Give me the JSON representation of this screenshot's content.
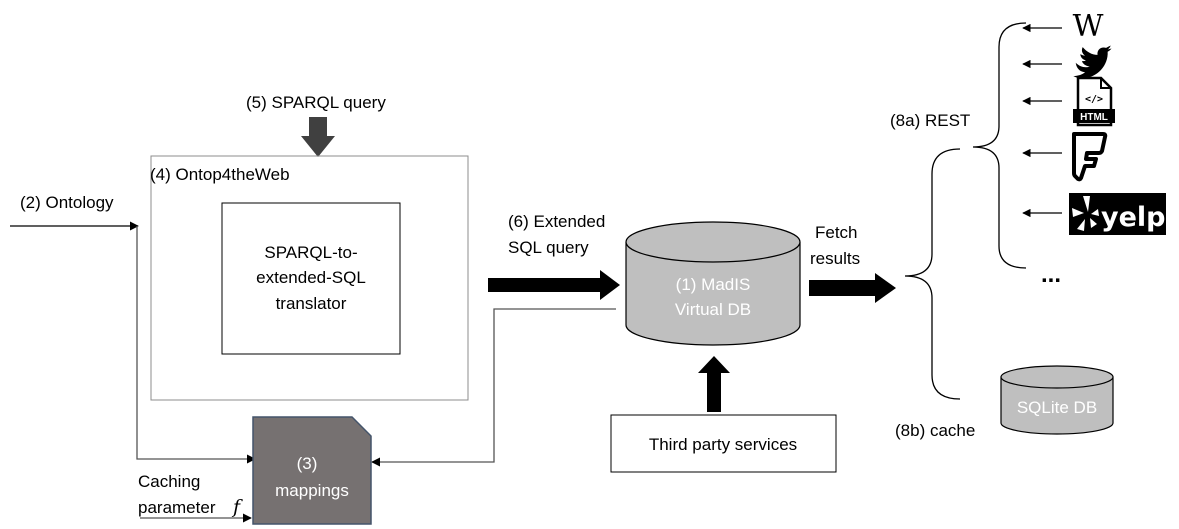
{
  "labels": {
    "sparql_query": "(5) SPARQL query",
    "ontop_title": "(4) Ontop4theWeb",
    "translator_line1": "SPARQL-to-",
    "translator_line2": "extended-SQL",
    "translator_line3": "translator",
    "ontology": "(2) Ontology",
    "extended_sql_line1": "(6) Extended",
    "extended_sql_line2": "SQL query",
    "madis_line1": "(1) MadIS",
    "madis_line2": "Virtual DB",
    "fetch_line1": "Fetch",
    "fetch_line2": "results",
    "rest": "(8a) REST",
    "cache": "(8b) cache",
    "sqlite": "SQLite DB",
    "third_party": "Third party services",
    "mappings_line1": "(3)",
    "mappings_line2": "mappings",
    "caching_line1": "Caching",
    "caching_line2": "parameter",
    "caching_f": "f",
    "ellipsis": "...",
    "wikipedia_glyph": "W",
    "html_tag": "</>",
    "html_text": "HTML",
    "yelp_text": "yelp"
  },
  "icons": [
    "wikipedia-icon",
    "twitter-icon",
    "html-file-icon",
    "foursquare-icon",
    "yelp-icon"
  ],
  "colors": {
    "cylinder_fill": "#bfbfbf",
    "mappings_fill": "#767171",
    "mappings_border": "#44546a",
    "arrow_fill": "#000000",
    "query_arrow_fill": "#404040"
  }
}
